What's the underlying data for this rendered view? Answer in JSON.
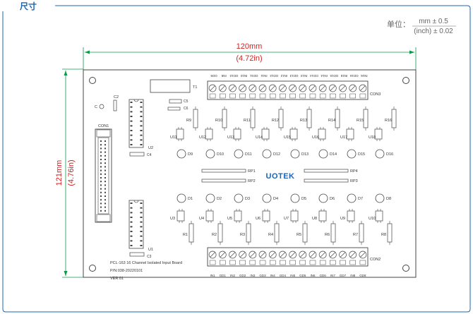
{
  "section_title": "尺寸",
  "units": {
    "label": "单位：",
    "mm": "mm ± 0.5",
    "inch": "(inch) ± 0.02"
  },
  "dims": {
    "width_mm": "120mm",
    "width_in": "(4.72in)",
    "height_mm": "121mm",
    "height_in": "(4.76in)"
  },
  "board": {
    "name": "PCL-163 16 Channel Isolated Input Board",
    "part_number": "P/N:038-20220101",
    "version": "VER:01",
    "logo": "UOTEK",
    "top_terminal_labels": [
      "GD9",
      "IN9",
      "GD10",
      "IN10",
      "GD11",
      "IN11",
      "GD12",
      "IN12",
      "GD13",
      "IN13",
      "GD14",
      "IN14",
      "GD15",
      "IN15",
      "GD16",
      "IN16"
    ],
    "bottom_terminal_labels": [
      "IN1",
      "GD1",
      "IN2",
      "GD2",
      "IN3",
      "GD3",
      "IN4",
      "GD4",
      "IN5",
      "GD5",
      "IN6",
      "GD6",
      "IN7",
      "GD7",
      "IN8",
      "GD8"
    ],
    "con1": "CON1",
    "con2": "CON2",
    "con3": "CON3",
    "t1": "T1",
    "top_resistors": [
      "R9",
      "R10",
      "R11",
      "R12",
      "R13",
      "R14",
      "R15",
      "R16"
    ],
    "top_optos": [
      "U11",
      "U12",
      "U13",
      "U14",
      "U15",
      "U16",
      "U17",
      "U18"
    ],
    "top_leds": [
      "D9",
      "D10",
      "D11",
      "D12",
      "D13",
      "D14",
      "D15",
      "D16"
    ],
    "bottom_leds": [
      "D1",
      "D2",
      "D3",
      "D4",
      "D5",
      "D6",
      "D7",
      "D8"
    ],
    "bottom_optos": [
      "U3",
      "U4",
      "U5",
      "U6",
      "U7",
      "U8",
      "U9",
      "U10"
    ],
    "bottom_resistors": [
      "R1",
      "R2",
      "R3",
      "R4",
      "R5",
      "R6",
      "R7",
      "R8"
    ],
    "rp": [
      "RP1",
      "RP2",
      "RP4",
      "RP3"
    ],
    "ics": [
      "U2",
      "U1"
    ],
    "caps": [
      "C",
      "C2",
      "C5",
      "C6",
      "C4",
      "C3"
    ]
  }
}
